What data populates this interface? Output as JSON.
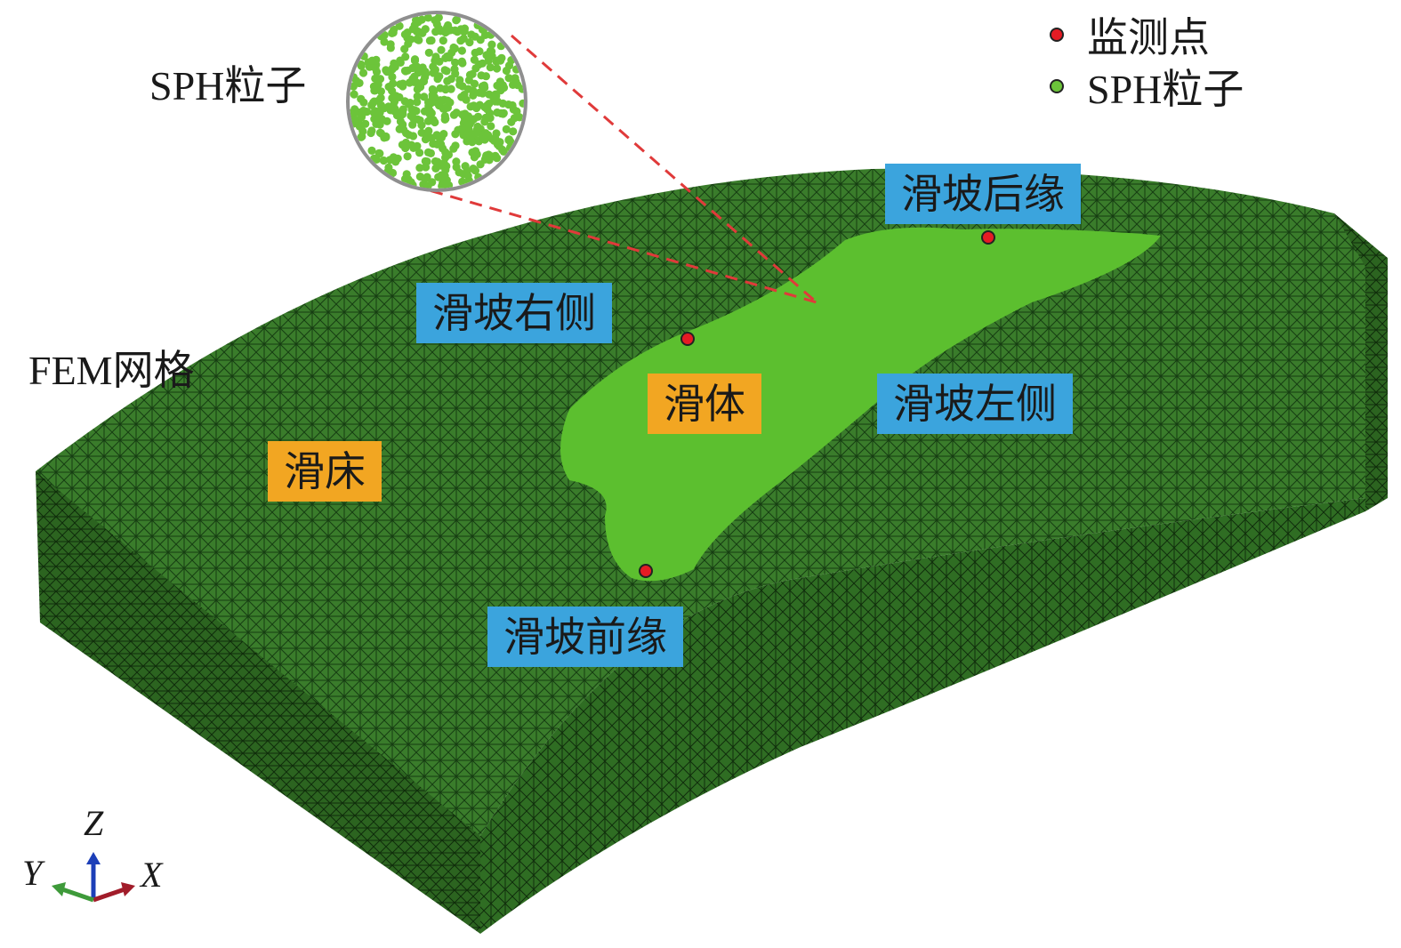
{
  "labels": {
    "fem_mesh": "FEM网格",
    "sph_particles": "SPH粒子",
    "slide_bed": "滑床",
    "slide_body": "滑体",
    "slope_right": "滑坡右侧",
    "slope_left": "滑坡左侧",
    "slope_rear": "滑坡后缘",
    "slope_front": "滑坡前缘"
  },
  "legend": {
    "monitor_point": "监测点",
    "sph_particle": "SPH粒子"
  },
  "axes": {
    "z": "Z",
    "y": "Y",
    "x": "X"
  },
  "colors": {
    "mesh_green": "#2f6d23",
    "slide_green": "#5cbf2f",
    "particle_green": "#6cc43a",
    "monitor_red": "#e51b24",
    "tag_blue": "#3ba4dd",
    "tag_orange": "#f2a622",
    "leader_red": "#e03a3a"
  }
}
